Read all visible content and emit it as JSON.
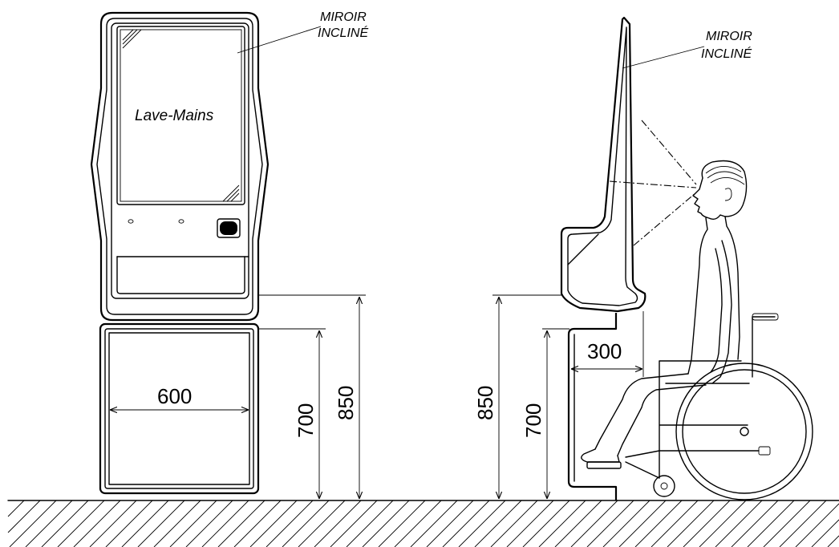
{
  "front_view": {
    "label_mirror_line1": "MIROIR",
    "label_mirror_line2": "INCLINÉ",
    "label_basin": "Lave-Mains",
    "dim_width": "600",
    "dim_height_low": "700",
    "dim_height_high": "850"
  },
  "side_view": {
    "label_mirror_line1": "MIROIR",
    "label_mirror_line2": "INCLINÉ",
    "dim_depth": "300",
    "dim_height_high": "850",
    "dim_height_low": "700"
  }
}
